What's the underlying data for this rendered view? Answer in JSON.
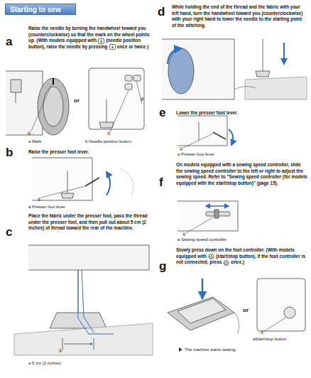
{
  "diagram": {
    "title": "Starting to sew",
    "labels": [
      "a",
      "Raise the needle by turning the handwheel toward you (counterclockwise) so that the mark on the wheel points up. (With models equipped with",
      "(needle position button), raise the needle by pressing",
      "once or twice.)",
      "or",
      "①",
      "①",
      "②",
      "a Mark",
      "b Needle position button",
      "b",
      "Raise the presser foot lever.",
      "①",
      "a Presser foot lever",
      "c",
      "Place the fabric under the presser foot, pass the thread under the presser foot, and then pull out about 5 cm (2 inches) of thread toward the rear of the machine.",
      "①",
      "a 5 cm (2 inches)",
      "d",
      "While holding the end of the thread and the fabric with your left hand, turn the handwheel toward you (counterclockwise) with your right hand to lower the needle to the starting point of the stitching.",
      "e",
      "Lower the presser foot lever.",
      "①",
      "a Presser foot lever",
      "f",
      "On models equipped with a sewing speed controller, slide the sewing speed controller to the left or right to adjust the sewing speed. Refer to \"Sewing speed controller (for models equipped with the start/stop button)\" (page 15).",
      "①",
      "a Sewing speed controller",
      "g",
      "Slowly press down on the foot controller. (With models equipped with",
      "(start/stop button), if the foot controller is not connected, press",
      "once.)",
      "or",
      "①",
      "aStart/stop button",
      "The machine starts sewing."
    ]
  }
}
